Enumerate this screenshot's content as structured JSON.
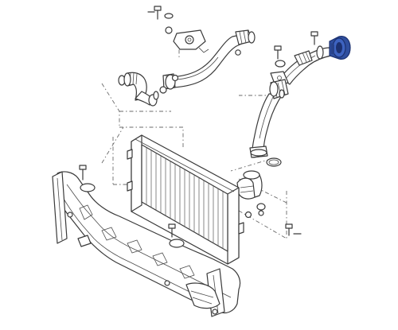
{
  "diagram": {
    "kind": "exploded-parts-view",
    "subject_parts": [
      "intercooler",
      "charge-air-hose-upper",
      "charge-air-pipe-left",
      "charge-air-pipe-right",
      "lock-carrier",
      "clamps",
      "o-rings",
      "bolts"
    ],
    "highlighted_part": "charge-pressure-sensor-coupling",
    "colors": {
      "line": "#3a3a3a",
      "background": "#ffffff",
      "highlight_fill": "#2f4f9f",
      "highlight_dark": "#1c3170"
    }
  }
}
